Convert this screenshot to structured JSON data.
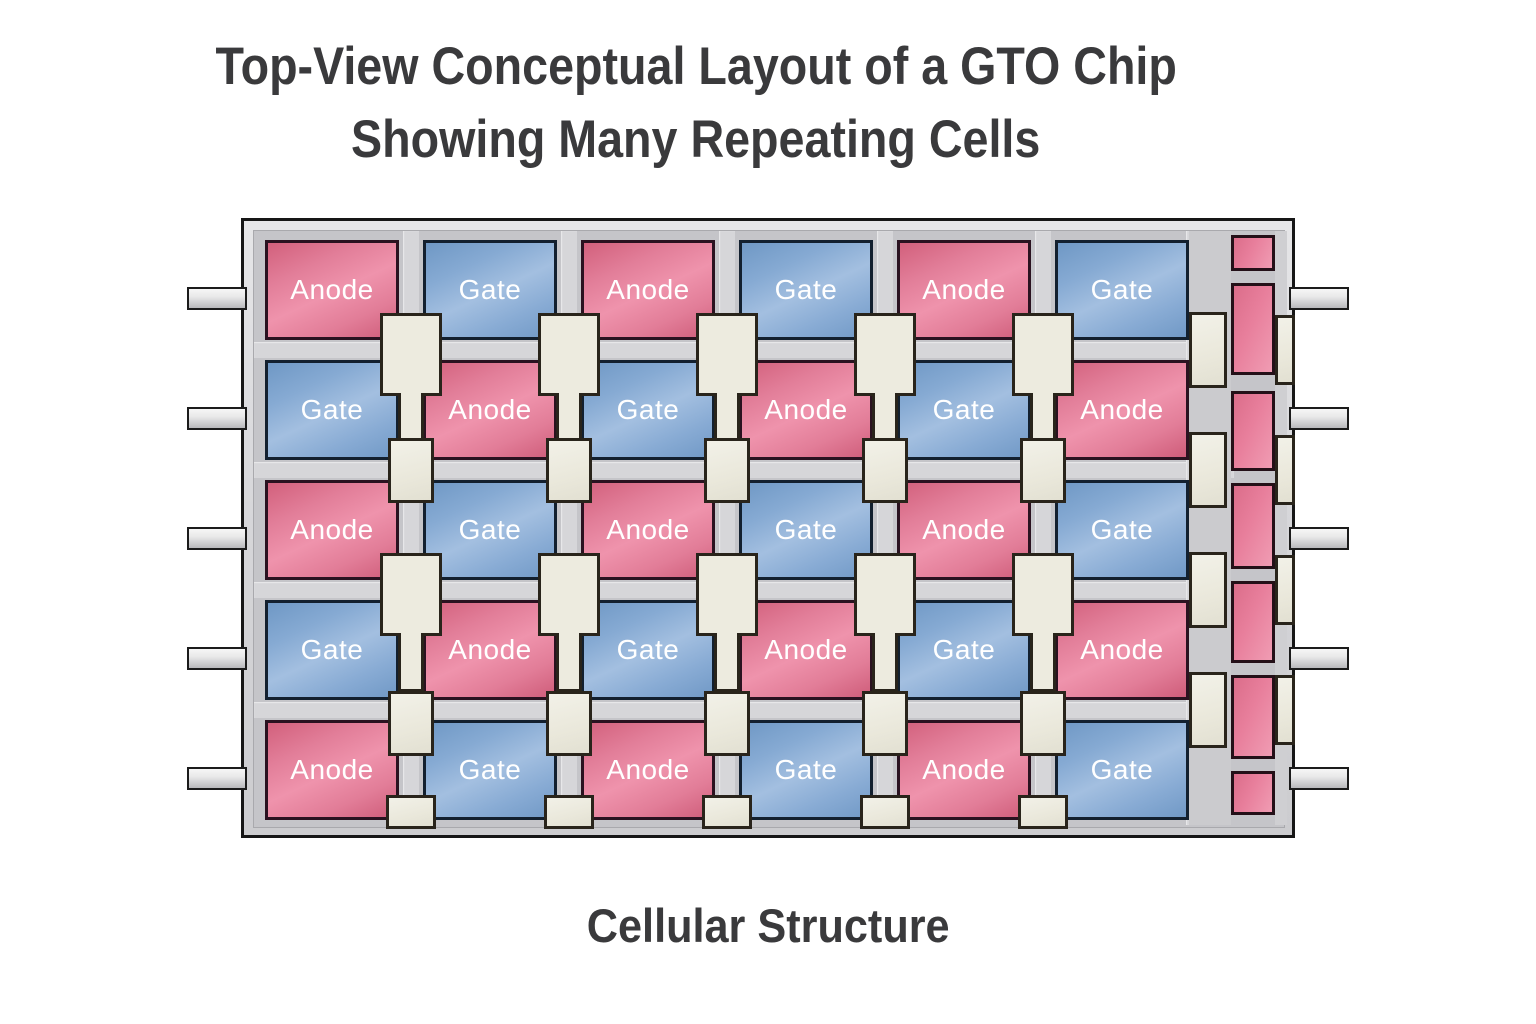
{
  "title": {
    "line1": "Top-View Conceptual Layout of a GTO Chip",
    "line2": "Showing Many Repeating Cells"
  },
  "caption": "Cellular Structure",
  "chip": {
    "grid": {
      "columns": 6,
      "rows_count": 5,
      "rows": [
        [
          "Anode",
          "Gate",
          "Anode",
          "Gate",
          "Anode",
          "Gate"
        ],
        [
          "Gate",
          "Anode",
          "Gate",
          "Anode",
          "Gate",
          "Anode"
        ],
        [
          "Anode",
          "Gate",
          "Anode",
          "Gate",
          "Anode",
          "Gate"
        ],
        [
          "Gate",
          "Anode",
          "Gate",
          "Anode",
          "Gate",
          "Anode"
        ],
        [
          "Anode",
          "Gate",
          "Anode",
          "Gate",
          "Anode",
          "Gate"
        ]
      ]
    },
    "cell_types": [
      {
        "label": "Anode",
        "color": "#e27c97"
      },
      {
        "label": "Gate",
        "color": "#86aad3"
      }
    ],
    "pins": {
      "left_count": 5,
      "right_count": 5
    },
    "cathode_strip": {
      "segment_count": 7,
      "color": "#ec8da6"
    },
    "connector_color": "#edebdf"
  },
  "colors": {
    "background": "#ffffff",
    "chip_body": "#c5c5c9",
    "chip_frame": "#dedee0",
    "outline": "#1a1a1a",
    "title_text": "#3a3a3c",
    "cell_text": "#ffffff"
  }
}
